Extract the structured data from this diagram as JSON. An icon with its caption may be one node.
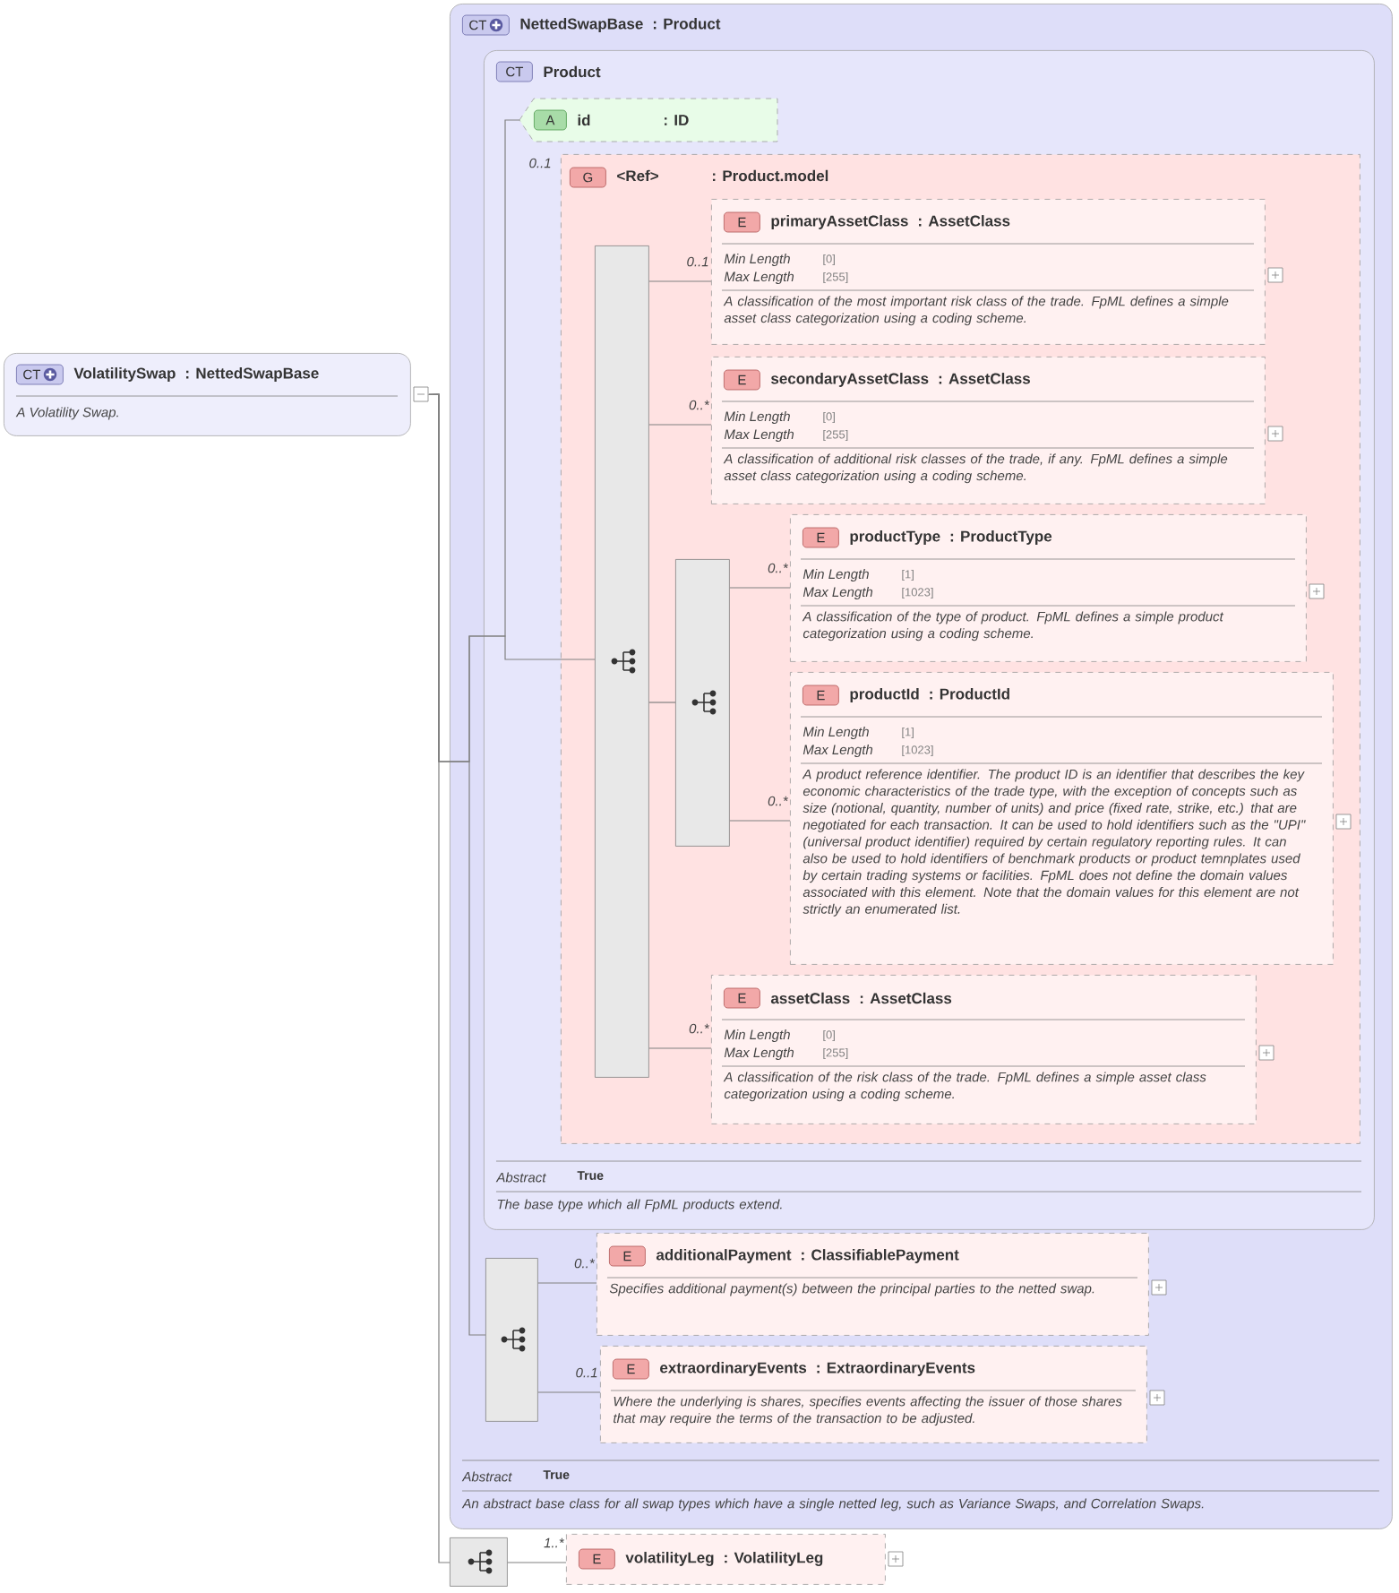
{
  "diagram": {
    "nodes": [
      {
        "text": [
          "CT",
          "VolatilitySwap",
          ": NettedSwapBase",
          "A Volatility Swap."
        ]
      },
      {
        "text": [
          "CT",
          "NettedSwapBase",
          ": Product",
          "Abstract",
          "True",
          "An abstract base class for all swap types which have a single netted leg, such as Variance Swaps, and Correlation Swaps."
        ]
      },
      {
        "text": [
          "CT",
          "Product",
          "Abstract",
          "True",
          "The base type which all FpML products extend."
        ],
        "in": 1
      },
      {
        "text": [
          "A",
          "id",
          ": ID"
        ],
        "in": 2
      },
      {
        "text": [
          "G",
          "<Ref>",
          ": Product.model"
        ],
        "in": 2,
        "beside": [
          "0..1"
        ]
      },
      {
        "text": [],
        "shape": "box",
        "in": 4
      },
      {
        "text": [
          "E",
          "primaryAssetClass",
          ": AssetClass",
          "Min Length",
          "[0]",
          "Max Length",
          "[255]",
          "A classification of the most important risk class of the trade. FpML defines a simple asset class categorization using a coding scheme."
        ],
        "in": 4
      },
      {
        "text": [
          "E",
          "secondaryAssetClass",
          ": AssetClass",
          "Min Length",
          "[0]",
          "Max Length",
          "[255]",
          "A classification of additional risk classes of the trade, if any. FpML defines a simple asset class categorization using a coding scheme."
        ],
        "in": 4
      },
      {
        "text": [],
        "shape": "box",
        "in": 4
      },
      {
        "text": [
          "E",
          "productType",
          ": ProductType",
          "Min Length",
          "[1]",
          "Max Length",
          "[1023]",
          "A classification of the type of product. FpML defines a simple product categorization using a coding scheme."
        ],
        "in": 4
      },
      {
        "text": [
          "E",
          "productId",
          ": ProductId",
          "Min Length",
          "[1]",
          "Max Length",
          "[1023]",
          "A product reference identifier. The product ID is an identifier that describes the key economic characteristics of the trade type, with the exception of concepts such as size (notional, quantity, number of units) and price (fixed rate, strike, etc.) that are negotiated for each transaction. It can be used to hold identifiers such as the \"UPI\" (universal product identifier) required by certain regulatory reporting rules. It can also be used to hold identifiers of benchmark products or product temnplates used by certain trading systems or facilities. FpML does not define the domain values associated with this element. Note that the domain values for this element are not strictly an enumerated list."
        ],
        "in": 4
      },
      {
        "text": [
          "E",
          "assetClass",
          ": AssetClass",
          "Min Length",
          "[0]",
          "Max Length",
          "[255]",
          "A classification of the risk class of the trade. FpML defines a simple asset class categorization using a coding scheme."
        ],
        "in": 4
      },
      {
        "text": [],
        "shape": "box",
        "in": 1
      },
      {
        "text": [
          "E",
          "additionalPayment",
          ": ClassifiablePayment",
          "Specifies additional payment(s) between the principal parties to the netted swap."
        ],
        "in": 1
      },
      {
        "text": [
          "E",
          "extraordinaryEvents",
          ": ExtraordinaryEvents",
          "Where the underlying is shares, specifies events affecting the issuer of those shares that may require the terms of the transaction to be adjusted."
        ],
        "in": 1
      },
      {
        "text": [],
        "shape": "box"
      },
      {
        "text": [
          "E",
          "volatilityLeg",
          ": VolatilityLeg"
        ]
      }
    ],
    "edges": [
      {
        "from": 0,
        "to": 3,
        "arrow": "none"
      },
      {
        "from": 0,
        "to": 5,
        "arrow": "none"
      },
      {
        "from": 0,
        "to": 12,
        "arrow": "none"
      },
      {
        "from": 0,
        "to": 15,
        "arrow": "none"
      },
      {
        "from": 5,
        "to": 6,
        "arrow": "none",
        "label": "0..1"
      },
      {
        "from": 5,
        "to": 7,
        "arrow": "none",
        "label": "0..*"
      },
      {
        "from": 5,
        "to": 8,
        "arrow": "none"
      },
      {
        "from": 8,
        "to": 9,
        "arrow": "none",
        "label": "0..*"
      },
      {
        "from": 8,
        "to": 10,
        "arrow": "none",
        "label": "0..*"
      },
      {
        "from": 5,
        "to": 11,
        "arrow": "none",
        "label": "0..*"
      },
      {
        "from": 12,
        "to": 13,
        "arrow": "none",
        "label": "0..*"
      },
      {
        "from": 12,
        "to": 14,
        "arrow": "none",
        "label": "0..1"
      },
      {
        "from": 15,
        "to": 16,
        "arrow": "none",
        "label": "1..*"
      }
    ]
  }
}
